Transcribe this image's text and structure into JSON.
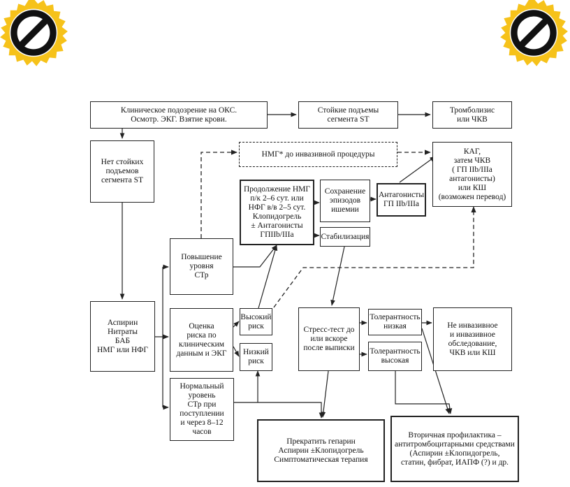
{
  "diagram": {
    "nodes": {
      "suspicion": "Клиническое подозрение на ОКС.\nОсмотр. ЭКГ. Взятие крови.",
      "st_elevation": "Стойкие подъемы\nсегмента ST",
      "thrombolysis": "Тромболизис\nили ЧКВ",
      "no_st": "Нет стойких\nподъемов\nсегмента ST",
      "nmg_invasive": "НМГ* до инвазивной процедуры",
      "kag": "КАГ,\nзатем ЧКВ\n( ГП IIb/IIIa\nантагонисты)\nили КШ\n(возможен перевод)",
      "continue_nmg": "Продолжение НМГ\nп/к 2–6 сут. или\nНФГ в/в 2–5 сут.\nКлопидогрель\n± Антагонисты\nГПIIb/IIIa",
      "ischemia": "Сохранение\nэпизодов\nишемии",
      "antagonists": "Антагонисты\nГП IIb/IIIa",
      "stabilization": "Стабилизация",
      "troponin_up": "Повышение\nуровня\nСТр",
      "aspirin": "Аспирин\nНитраты\nБАБ\nНМГ или НФГ",
      "risk_eval": "Оценка\nриска по\nклиническим\nданным и ЭКГ",
      "high_risk": "Высокий\nриск",
      "low_risk": "Низкий\nриск",
      "stress_test": "Стресс-тест до\nили вскоре\nпосле выписки",
      "tol_low": "Толерантность\nнизкая",
      "tol_high": "Толерантность\nвысокая",
      "noninvasive": "Не инвазивное\nи инвазивное\nобследование,\nЧКВ или КШ",
      "troponin_normal": "Нормальный\nуровень\nСТр при\nпоступлении\nи через 8–12 часов",
      "stop_heparin": "Прекратить гепарин\nАспирин ±Клопидогрель\nСимптоматическая терапия",
      "secondary": "Вторичная профилактика –\nантитромбоцитарными средствами\n(Аспирин ±Клопидогрель,\nстатин, фибрат, ИАПФ (?) и др."
    },
    "stamp_icon": "prohibited-sign-icon",
    "stamp_colors": {
      "fill": "#f6c21a",
      "ring": "#ffffff",
      "symbol": "#111111"
    }
  }
}
